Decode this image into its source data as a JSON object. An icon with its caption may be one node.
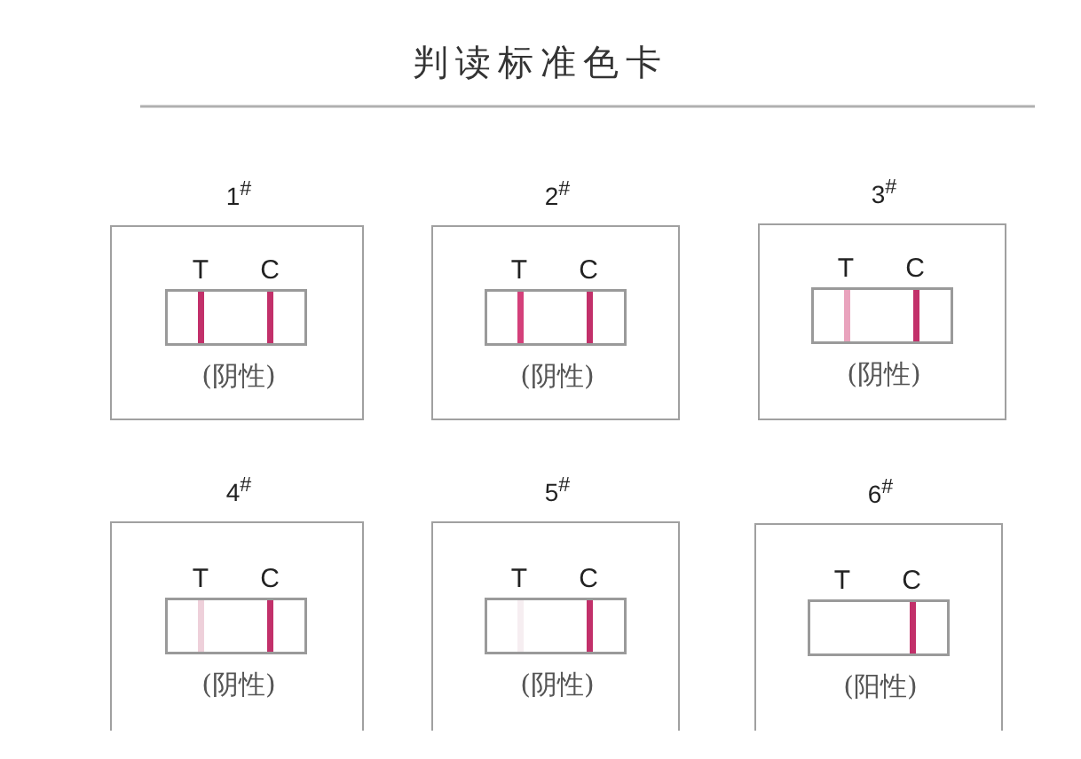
{
  "diagram": {
    "title": "判读标准色卡",
    "nodes": [
      {
        "text": [
          "1$^{#}$",
          "T",
          "C",
          "(阴性)"
        ]
      },
      {
        "text": [
          "2$^{#}$",
          "T",
          "C",
          "(阴性)"
        ]
      },
      {
        "text": [
          "3$^{#}$",
          "T",
          "C",
          "(阴性)"
        ]
      },
      {
        "text": [
          "4$^{#}$",
          "T",
          "C",
          "(阴性)"
        ]
      },
      {
        "text": [
          "5$^{#}$",
          "T",
          "C",
          "(阴性)"
        ]
      },
      {
        "text": [
          "6$^{#}$",
          "T",
          "C",
          "(阳性)"
        ]
      }
    ]
  }
}
